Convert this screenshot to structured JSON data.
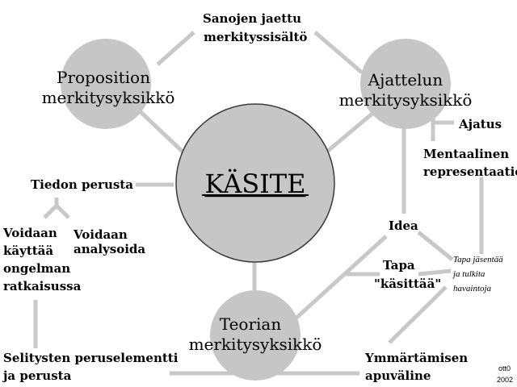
{
  "center": {
    "title": "KÄSITE"
  },
  "nodes": {
    "proposition": {
      "line1": "Proposition",
      "line2": "merkitysyksikkö"
    },
    "ajattelun": {
      "line1": "Ajattelun",
      "line2": "merkitysyksikkö"
    },
    "teorian": {
      "line1": "Teorian",
      "line2": "merkitysyksikkö"
    }
  },
  "labels": {
    "sanojen_1": "Sanojen jaettu",
    "sanojen_2": "merkityssisältö",
    "ajatus": "Ajatus",
    "mentaalinen_1": "Mentaalinen",
    "mentaalinen_2": "representaatio",
    "tiedon": "Tiedon perusta",
    "voidaan_kayttaa_1": "Voidaan",
    "voidaan_kayttaa_2": "käyttää",
    "voidaan_kayttaa_3": "ongelman",
    "voidaan_kayttaa_4": "ratkaisussa",
    "voidaan_analysoida_1": "Voidaan",
    "voidaan_analysoida_2": "analysoida",
    "idea": "Idea",
    "tapa_1": "Tapa",
    "tapa_2": "\"käsittää\"",
    "selitysten_1": "Selitysten peruselementti",
    "selitysten_2": "ja perusta",
    "ymmartamisen_1": "Ymmärtämisen",
    "ymmartamisen_2": "apuväline",
    "tapa_jasentaa_1": "Tapa jäsentää",
    "tapa_jasentaa_2": "ja tulkita",
    "tapa_jasentaa_3": "havaintoja"
  },
  "signature": {
    "name": "ott0",
    "year": "2002"
  },
  "colors": {
    "circle": "#c6c6c6",
    "line": "#c8c8c8",
    "text": "#000000"
  }
}
